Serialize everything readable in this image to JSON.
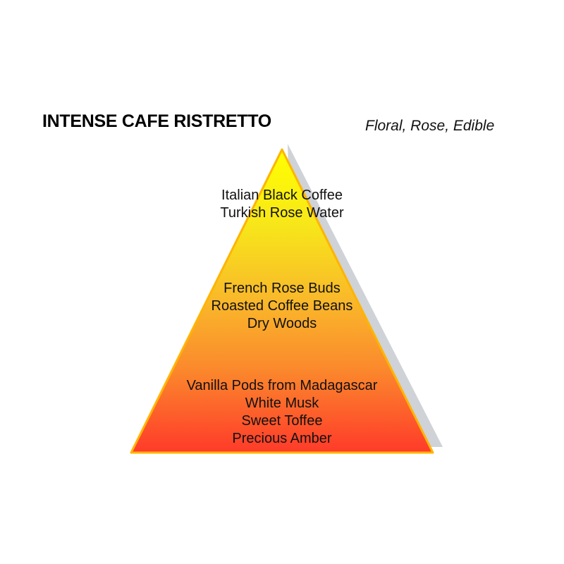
{
  "header": {
    "title": "INTENSE CAFE RISTRETTO",
    "subtitle": "Floral, Rose, Edible"
  },
  "pyramid": {
    "colors": {
      "top": "#ffff00",
      "middle": "#f9b12a",
      "bottom": "#ff3a2a",
      "outline": "#ffb400",
      "shadow": "#cfd2d6"
    },
    "tiers": [
      {
        "name": "top",
        "notes": [
          "Italian Black Coffee",
          "Turkish Rose Water"
        ]
      },
      {
        "name": "middle",
        "notes": [
          "French Rose Buds",
          "Roasted Coffee Beans",
          "Dry Woods"
        ]
      },
      {
        "name": "base",
        "notes": [
          "Vanilla Pods from Madagascar",
          "White Musk",
          "Sweet Toffee",
          "Precious Amber"
        ]
      }
    ]
  }
}
